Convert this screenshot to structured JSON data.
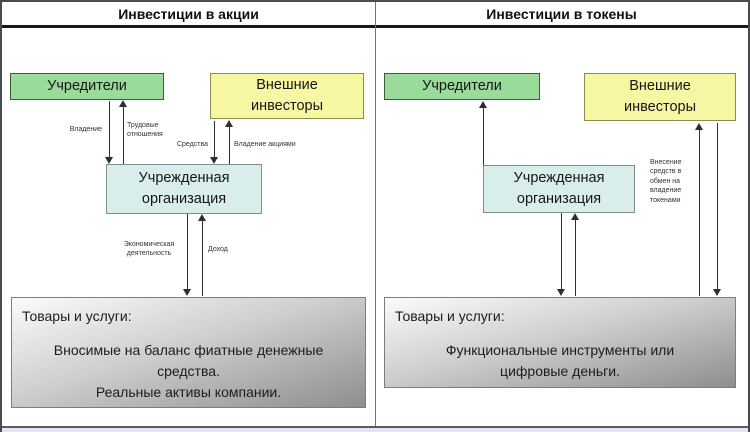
{
  "headers": {
    "stocks": "Инвестиции в акции",
    "tokens": "Инвестиции в токены"
  },
  "stocks": {
    "founders": "Учредители",
    "investors": "Внешние инвесторы",
    "organization": "Учрежденная организация",
    "goods_title": "Товары и услуги:",
    "goods_line1": "Вносимые на баланс фиатные денежные средства.",
    "goods_line2": "Реальные активы компании.",
    "labels": {
      "ownership": "Владение",
      "labor": "Трудовые отношения",
      "funds": "Средства",
      "shares": "Владение акциями",
      "activity": "Экономическая деятельность",
      "income": "Доход"
    }
  },
  "tokens": {
    "founders": "Учредители",
    "investors": "Внешние инвесторы",
    "organization": "Учрежденная организация",
    "goods_title": "Товары и услуги:",
    "goods_line1": "Функциональные инструменты или цифровые деньги.",
    "labels": {
      "exchange": "Внесение средств в обмен на владение токенами"
    }
  },
  "colors": {
    "founders_fill": "#9ada9a",
    "investors_fill": "#f6f6a3",
    "organization_fill": "#d9edea",
    "goods_gradient_start": "#fbfbfb",
    "goods_gradient_end": "#8e8e8e",
    "arrow": "#2e2e2e",
    "bottom_strip": "#e3e6f2"
  }
}
